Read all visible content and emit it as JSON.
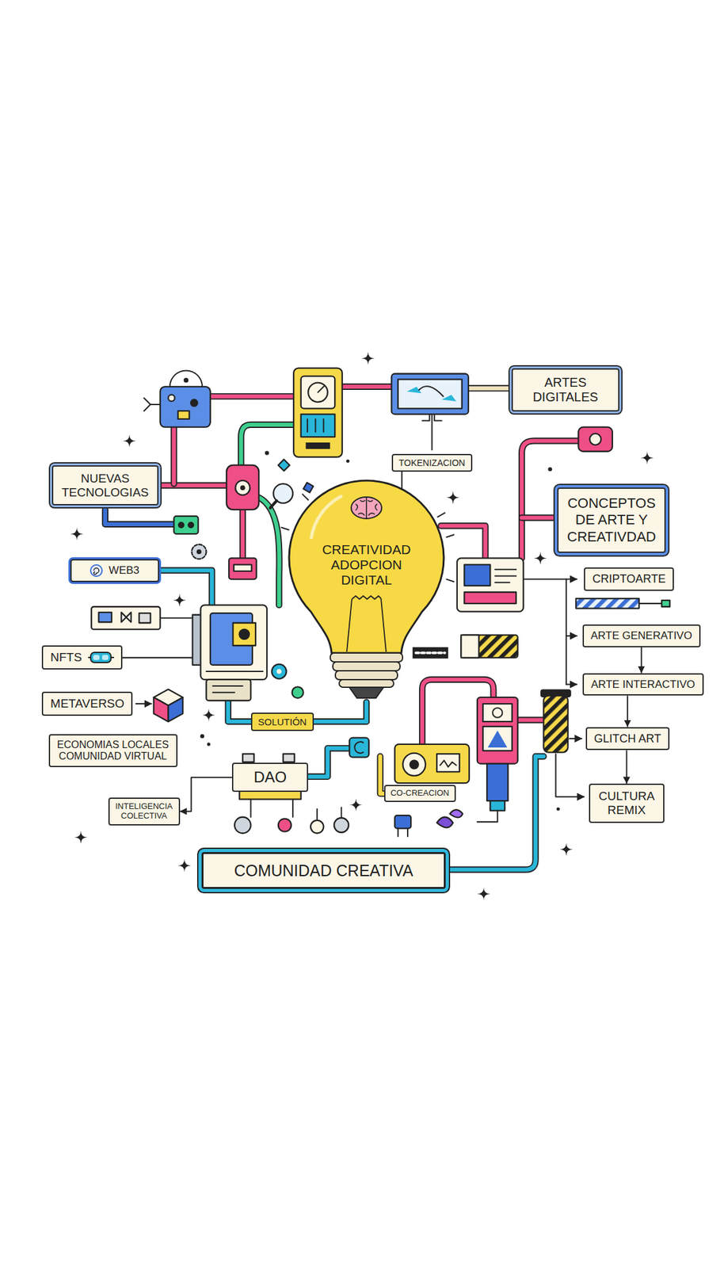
{
  "diagram": {
    "nodes": [
      {
        "text": [
          "ARTES DIGITALES"
        ]
      },
      {
        "text": [
          "NUEVAS TECNOLOGIAS"
        ]
      },
      {
        "text": [
          "TOKENIZACION"
        ]
      },
      {
        "text": [
          "CONCEPTOS DE ARTE Y CREATIVDAD"
        ]
      },
      {
        "text": [
          "CREATIVIDAD ADOPCION DIGITAL"
        ]
      },
      {
        "text": [
          "WEB3"
        ]
      },
      {
        "text": [
          "CRIPTOARTE"
        ]
      },
      {
        "text": [
          "ARTE GENERATIVO"
        ]
      },
      {
        "text": [
          "NFTS"
        ]
      },
      {
        "text": [
          "ARTE INTERACTIVO"
        ]
      },
      {
        "text": [
          "METAVERSO"
        ]
      },
      {
        "text": [
          "SOLUTIÓN"
        ]
      },
      {
        "text": [
          "GLITCH ART"
        ]
      },
      {
        "text": [
          "ECONOMIAS LOCALES COMUNIDAD VIRTUAL"
        ]
      },
      {
        "text": [
          "DAO"
        ]
      },
      {
        "text": [
          "CO-CREACION"
        ]
      },
      {
        "text": [
          "CULTURA REMIX"
        ]
      },
      {
        "text": [
          "INTELIGENCIA COLECTIVA"
        ]
      },
      {
        "text": [
          "COMUNIDAD CREATIVA"
        ]
      }
    ],
    "edges": [
      {
        "from": 7,
        "to": 9,
        "arrow": "to"
      },
      {
        "from": 9,
        "to": 12,
        "arrow": "to"
      },
      {
        "from": 12,
        "to": 16,
        "arrow": "to"
      },
      {
        "from": 14,
        "to": 17,
        "arrow": "to"
      },
      {
        "from": 2,
        "to": 4,
        "arrow": "none"
      }
    ]
  }
}
